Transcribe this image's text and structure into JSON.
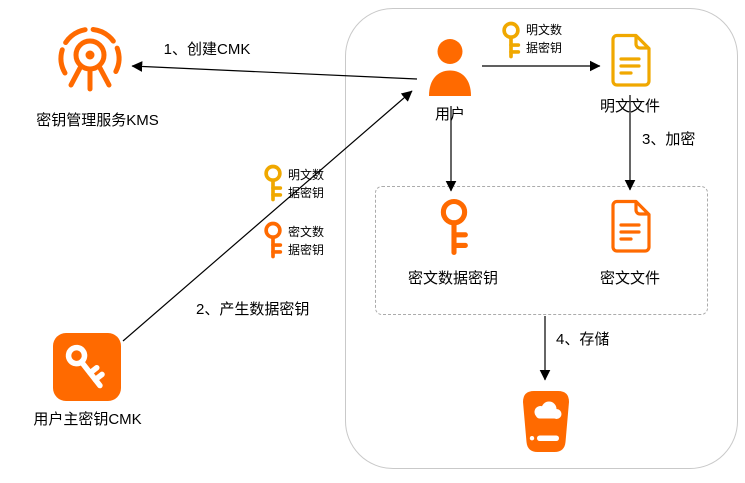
{
  "colors": {
    "orange": "#FF6A00",
    "gold": "#F0A800",
    "arrow": "#000000",
    "group_border": "#C9C9C9",
    "dashed_border": "#ABABAB",
    "text": "#000000",
    "background": "#FFFFFF"
  },
  "nodes": {
    "kms": {
      "label": "密钥管理服务KMS",
      "icon": "kms-icon"
    },
    "user": {
      "label": "用户",
      "icon": "user-icon"
    },
    "plaintext_file": {
      "label": "明文文件",
      "icon": "plaintext-file-icon"
    },
    "ciphertext_data_key": {
      "label": "密文数据密钥",
      "icon": "ciphertext-key-icon"
    },
    "ciphertext_file": {
      "label": "密文文件",
      "icon": "ciphertext-file-icon"
    },
    "cmk": {
      "label": "用户主密钥CMK",
      "icon": "cmk-icon"
    },
    "storage": {
      "icon": "storage-bucket-icon"
    }
  },
  "key_badges": {
    "user_plaintext_key": {
      "label": "明文数据密钥"
    },
    "mid_plaintext_key": {
      "label": "明文数据密钥"
    },
    "mid_ciphertext_key": {
      "label": "密文数据密钥"
    }
  },
  "steps": {
    "create_cmk": "1、创建CMK",
    "generate_data_key": "2、产生数据密钥",
    "encrypt": "3、加密",
    "store": "4、存储"
  }
}
